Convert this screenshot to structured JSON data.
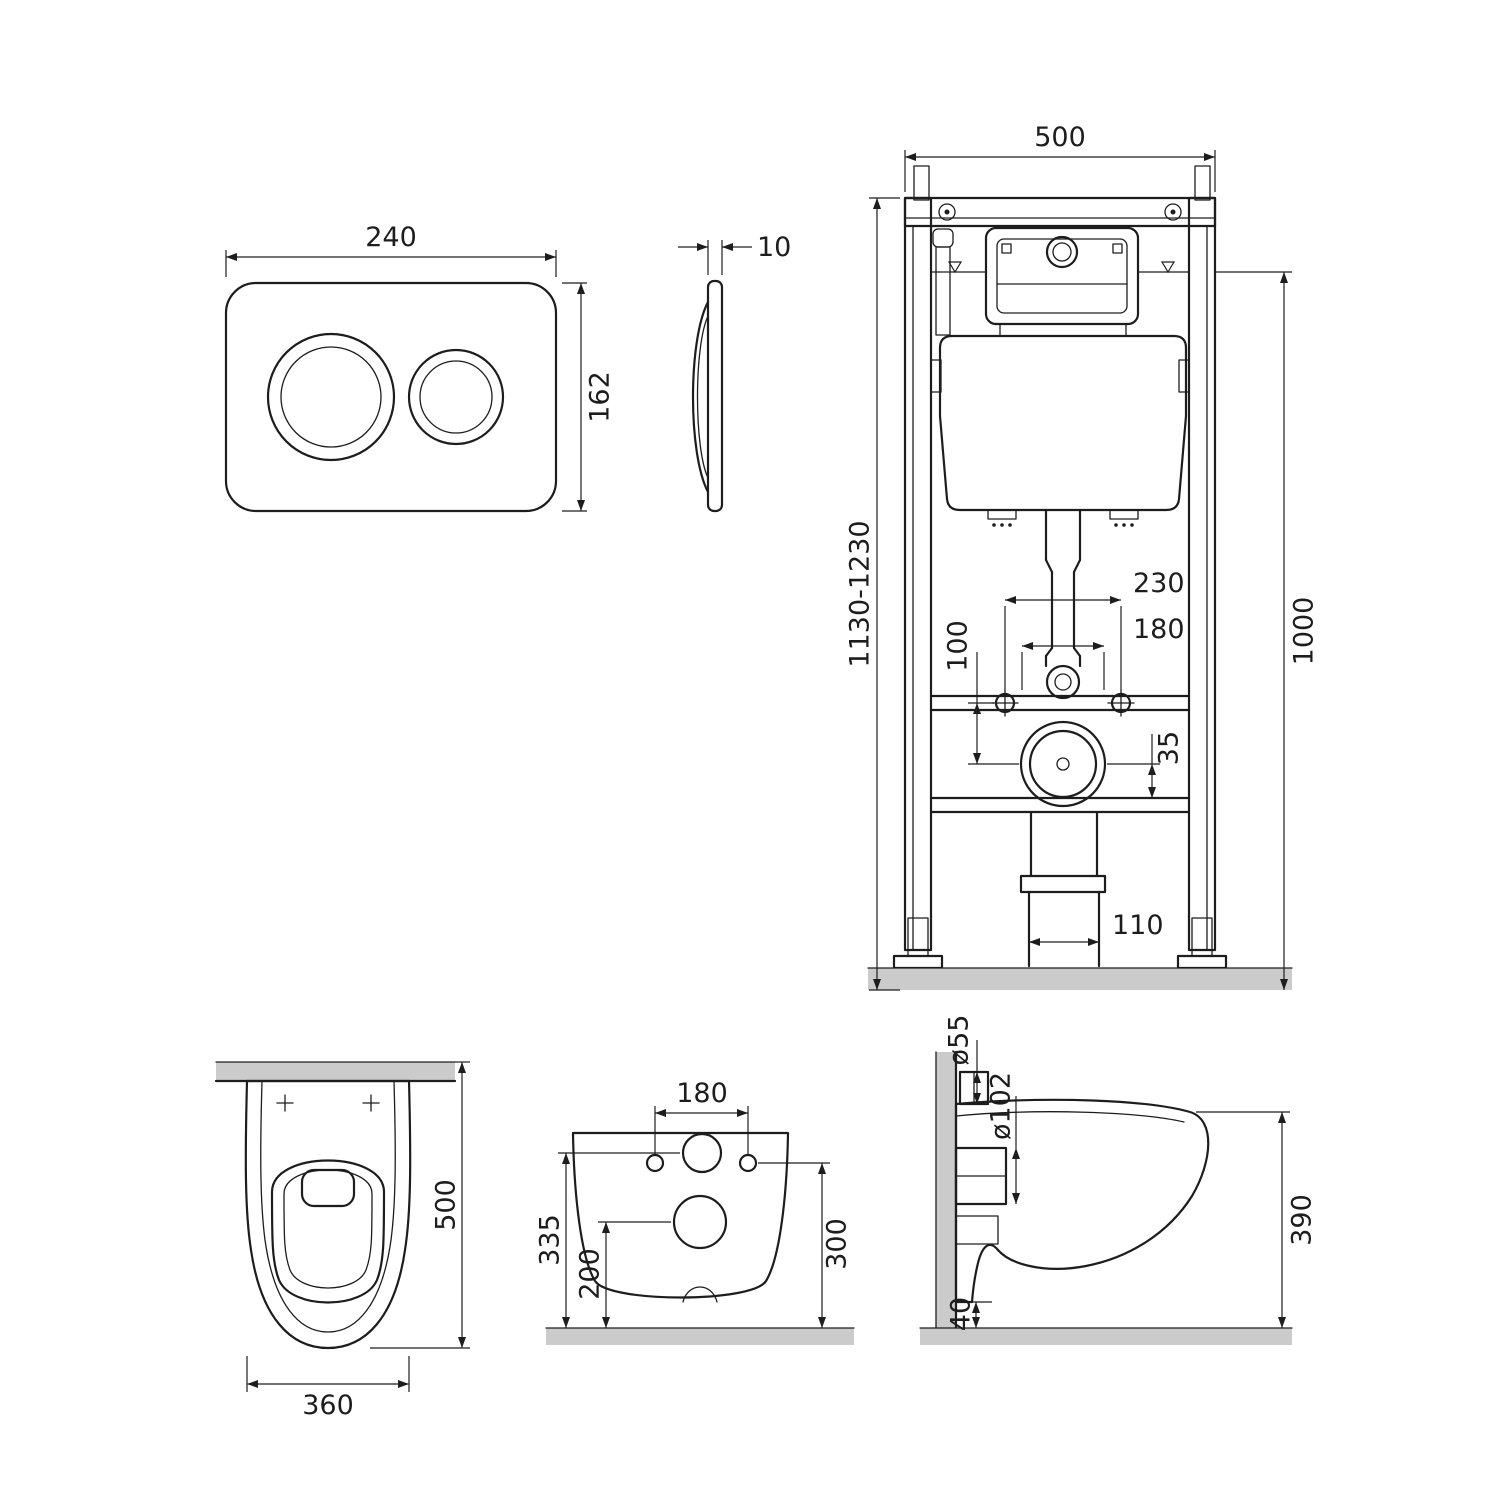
{
  "views": {
    "plate_front": {
      "width": "240",
      "height": "162"
    },
    "plate_side": {
      "thickness": "10"
    },
    "frame": {
      "width": "500",
      "height_range": "1130-1230",
      "height_inner": "1000",
      "span_a": "230",
      "span_b": "180",
      "offset_a": "100",
      "offset_b": "35",
      "outlet_offset": "110"
    },
    "toilet_top": {
      "depth": "500",
      "width": "360"
    },
    "toilet_rear": {
      "bolt_span": "180",
      "h1": "335",
      "h2": "200",
      "h3": "300"
    },
    "toilet_side": {
      "inlet_d": "ø55",
      "outlet_d": "ø102",
      "height": "390",
      "clearance": "40"
    }
  }
}
